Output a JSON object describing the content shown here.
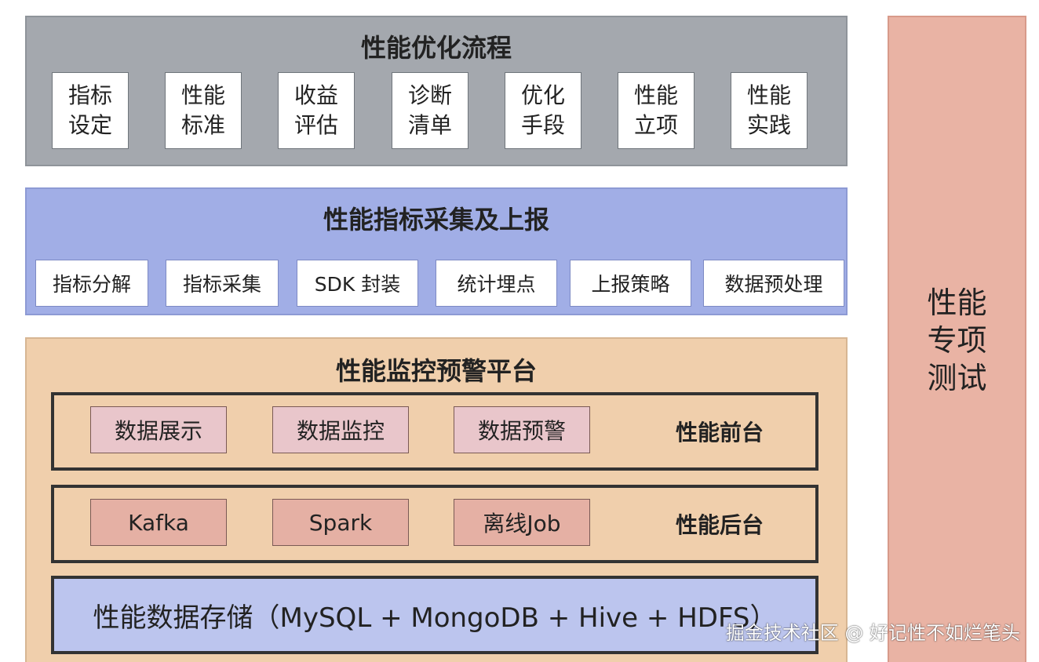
{
  "optimization_flow": {
    "title": "性能优化流程",
    "steps": [
      "指标设定",
      "性能标准",
      "收益评估",
      "诊断清单",
      "优化手段",
      "性能立项",
      "性能实践"
    ]
  },
  "metrics_collection": {
    "title": "性能指标采集及上报",
    "items": [
      "指标分解",
      "指标采集",
      "SDK 封装",
      "统计埋点",
      "上报策略",
      "数据预处理"
    ]
  },
  "monitoring_platform": {
    "title": "性能监控预警平台",
    "frontend": {
      "label": "性能前台",
      "items": [
        "数据展示",
        "数据监控",
        "数据预警"
      ]
    },
    "backend": {
      "label": "性能后台",
      "items": [
        "Kafka",
        "Spark",
        "离线Job"
      ]
    },
    "storage": "性能数据存储（MySQL + MongoDB + Hive + HDFS）"
  },
  "side_panel": {
    "label": "性能专项测试"
  },
  "watermark": "掘金技术社区 @ 好记性不如烂笔头",
  "colors": {
    "flow_bg": "#a4a8ae",
    "metrics_bg": "#a1aee6",
    "platform_bg": "#f0cfac",
    "frontend_chip": "#e9c6cb",
    "backend_chip": "#e5b0a4",
    "storage_bg": "#bcc5ee",
    "side_bg": "#e9b3a4"
  }
}
